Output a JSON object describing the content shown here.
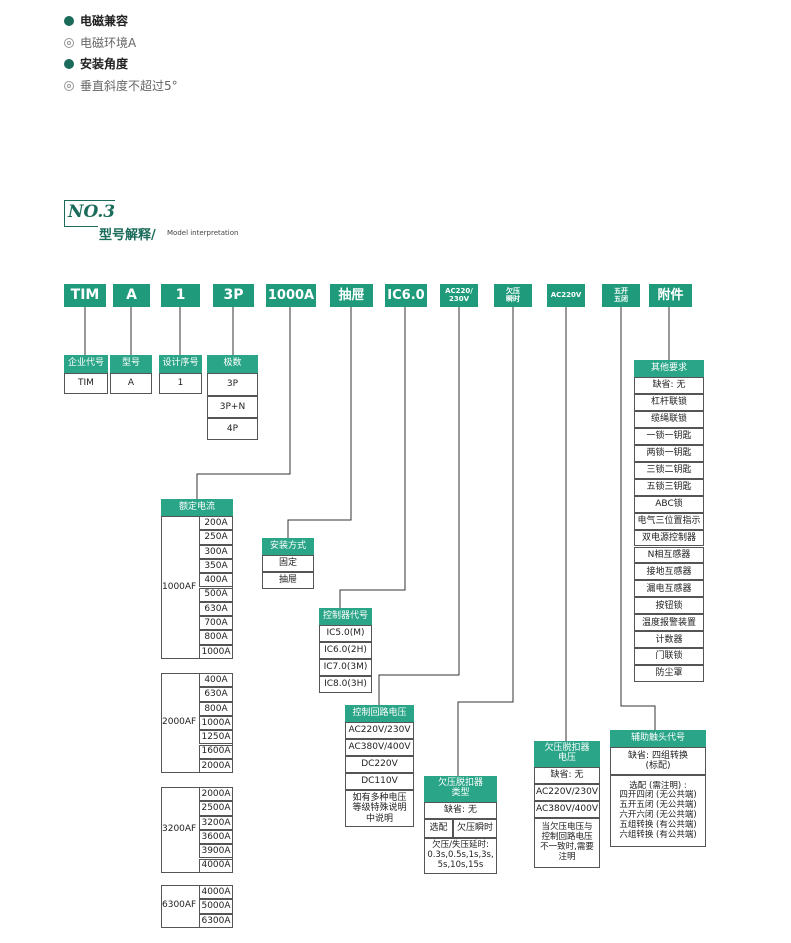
{
  "bullets": [
    {
      "text": "电磁兼容",
      "style": "bold"
    },
    {
      "text": "电磁环境A",
      "style": "light"
    },
    {
      "text": "安装角度",
      "style": "bold"
    },
    {
      "text": "垂直斜度不超过5°",
      "style": "light"
    }
  ],
  "section": {
    "number": "NO.3",
    "title": "型号解释/",
    "subtitle": "Model interpretation"
  },
  "codes": [
    "TIM",
    "A",
    "1",
    "3P",
    "1000A",
    "抽屉",
    "IC6.0",
    "AC220/\n230V",
    "欠压\n瞬时",
    "AC220V",
    "五开\n五闭",
    "附件"
  ],
  "enterprise": {
    "header": "企业代号",
    "value": "TIM"
  },
  "model": {
    "header": "型号",
    "value": "A"
  },
  "design": {
    "header": "设计序号",
    "value": "1"
  },
  "poles": {
    "header": "极数",
    "items": [
      "3P",
      "3P+N",
      "4P"
    ]
  },
  "rated_current": {
    "header": "额定电流",
    "groups": [
      {
        "frame": "1000AF",
        "values": [
          "200A",
          "250A",
          "300A",
          "350A",
          "400A",
          "500A",
          "630A",
          "700A",
          "800A",
          "1000A"
        ]
      },
      {
        "frame": "2000AF",
        "values": [
          "400A",
          "630A",
          "800A",
          "1000A",
          "1250A",
          "1600A",
          "2000A"
        ]
      },
      {
        "frame": "3200AF",
        "values": [
          "2000A",
          "2500A",
          "3200A",
          "3600A",
          "3900A",
          "4000A"
        ]
      },
      {
        "frame": "6300AF",
        "values": [
          "4000A",
          "5000A",
          "6300A"
        ]
      }
    ]
  },
  "install": {
    "header": "安装方式",
    "items": [
      "固定",
      "抽屉"
    ]
  },
  "controller": {
    "header": "控制器代号",
    "items": [
      "IC5.0(M)",
      "IC6.0(2H)",
      "IC7.0(3M)",
      "IC8.0(3H)"
    ]
  },
  "control_voltage": {
    "header": "控制回路电压",
    "items": [
      "AC220V/230V",
      "AC380V/400V",
      "DC220V",
      "DC110V"
    ],
    "note": "如有多种电压\n等级特殊说明\n中说明"
  },
  "uv_type": {
    "header": "欠压脱扣器\n类型",
    "default": "缺省: 无",
    "option_label": "选配",
    "option_value": "欠压瞬时",
    "delay": "欠压/失压延时:\n0.3s,0.5s,1s,3s,\n5s,10s,15s"
  },
  "uv_voltage": {
    "header": "欠压脱扣器\n电压",
    "items": [
      "缺省: 无",
      "AC220V/230V",
      "AC380V/400V"
    ],
    "note": "当欠压电压与\n控制回路电压\n不一致时,需要\n注明"
  },
  "aux_contact": {
    "header": "辅助触头代号",
    "default": "缺省: 四组转换\n(标配)",
    "options": "选配 (需注明) :\n四开四闭 (无公共端)\n五开五闭 (无公共端)\n六开六闭 (无公共端)\n五组转换 (有公共端)\n六组转换 (有公共端)"
  },
  "other": {
    "header": "其他要求",
    "items": [
      "缺省: 无",
      "杠杆联锁",
      "缆绳联锁",
      "一锁一钥匙",
      "两锁一钥匙",
      "三锁二钥匙",
      "五锁三钥匙",
      "ABC锁",
      "电气三位置指示",
      "双电源控制器",
      "N相互感器",
      "接地互感器",
      "漏电互感器",
      "按钮锁",
      "温度报警装置",
      "计数器",
      "门联锁",
      "防尘罩"
    ]
  },
  "colors": {
    "accent": "#1f9b7b",
    "dark": "#1a6b5a"
  }
}
